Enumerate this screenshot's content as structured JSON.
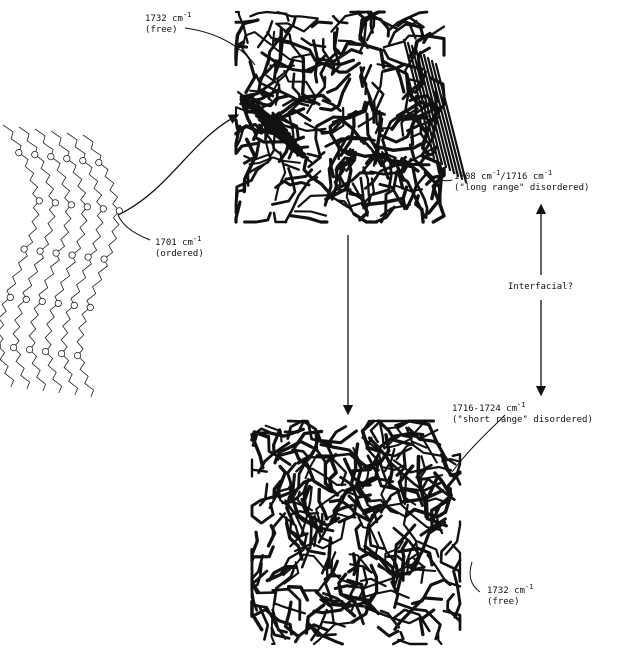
{
  "labels": {
    "free_top": {
      "wavenumber": "1732 cm",
      "exp": "-1",
      "state": "(free)"
    },
    "long_range": {
      "wavenumber_a": "1708 cm",
      "exp_a": "-1",
      "sep": "/",
      "wavenumber_b": "1716 cm",
      "exp_b": "-1",
      "state": "(\"long range\" disordered)"
    },
    "ordered": {
      "wavenumber": "1701 cm",
      "exp": "-1",
      "state": "(ordered)"
    },
    "interfacial": "Interfacial?",
    "short_range": {
      "wavenumber": "1716-1724 cm",
      "exp": "-1",
      "state": "(\"short range\" disordered)"
    },
    "free_bottom": {
      "wavenumber": "1732 cm",
      "exp": "-1",
      "state": "(free)"
    }
  },
  "icons": {
    "crystal": "ordered-liquid-crystal-chains-icon",
    "top_cluster": "partially-ordered-chain-cluster-icon",
    "bottom_cluster": "disordered-chain-cluster-icon"
  },
  "colors": {
    "ink": "#111111",
    "background": "#ffffff"
  }
}
